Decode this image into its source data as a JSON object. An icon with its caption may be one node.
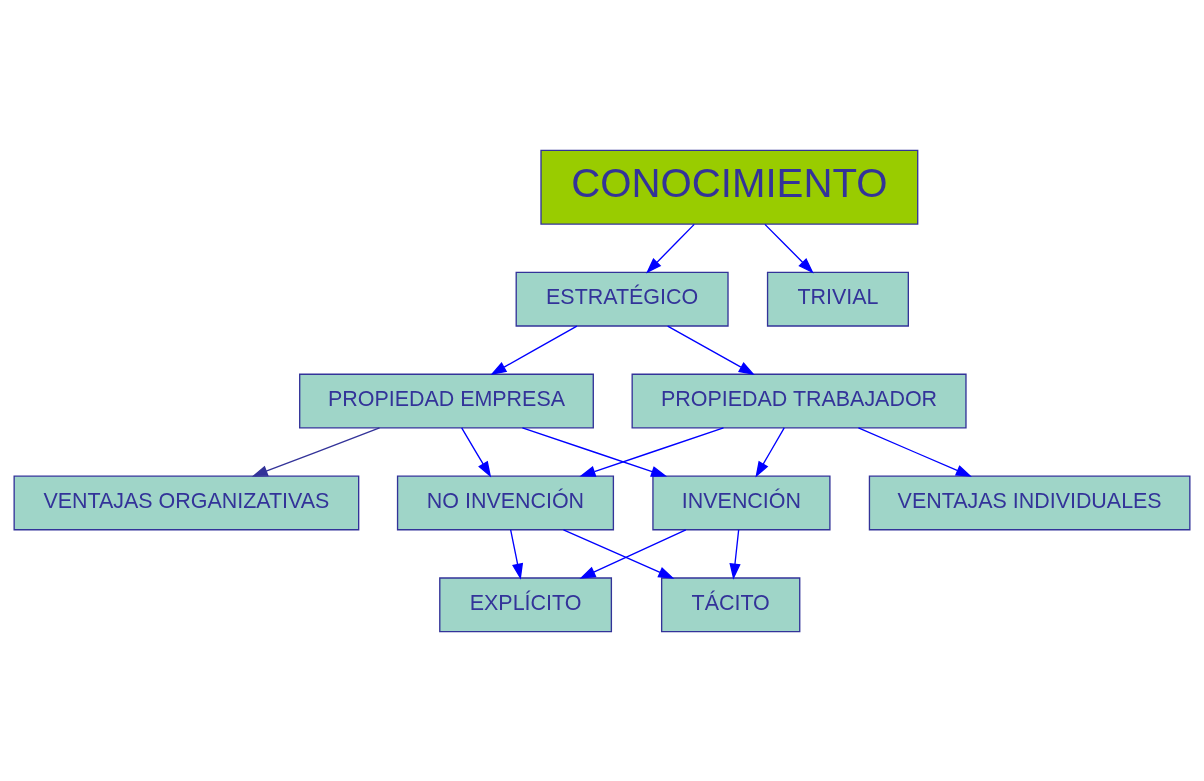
{
  "diagram": {
    "nodes": [
      {
        "text": [
          "CONOCIMIENTO"
        ]
      },
      {
        "text": [
          "ESTRATÉGICO"
        ]
      },
      {
        "text": [
          "TRIVIAL"
        ]
      },
      {
        "text": [
          "PROPIEDAD EMPRESA"
        ]
      },
      {
        "text": [
          "PROPIEDAD TRABAJADOR"
        ]
      },
      {
        "text": [
          "VENTAJAS ORGANIZATIVAS"
        ]
      },
      {
        "text": [
          "VENTAJAS INDIVIDUALES"
        ]
      },
      {
        "text": [
          "NO INVENCIÓN"
        ]
      },
      {
        "text": [
          "INVENCIÓN"
        ]
      },
      {
        "text": [
          "EXPLÍCITO"
        ]
      },
      {
        "text": [
          "TÁCITO"
        ]
      }
    ],
    "edges": [
      {
        "from": 0,
        "to": 1,
        "arrow": "to"
      },
      {
        "from": 0,
        "to": 2,
        "arrow": "to"
      },
      {
        "from": 1,
        "to": 3,
        "arrow": "to"
      },
      {
        "from": 1,
        "to": 4,
        "arrow": "to"
      },
      {
        "from": 3,
        "to": 5,
        "arrow": "to",
        "color": "#333399"
      },
      {
        "from": 4,
        "to": 6,
        "arrow": "to"
      },
      {
        "from": 3,
        "to": 7,
        "arrow": "to"
      },
      {
        "from": 3,
        "to": 8,
        "arrow": "to"
      },
      {
        "from": 4,
        "to": 7,
        "arrow": "to"
      },
      {
        "from": 4,
        "to": 8,
        "arrow": "to"
      },
      {
        "from": 7,
        "to": 9,
        "arrow": "to"
      },
      {
        "from": 7,
        "to": 10,
        "arrow": "to"
      },
      {
        "from": 8,
        "to": 9,
        "arrow": "to"
      },
      {
        "from": 8,
        "to": 10,
        "arrow": "to"
      }
    ]
  }
}
